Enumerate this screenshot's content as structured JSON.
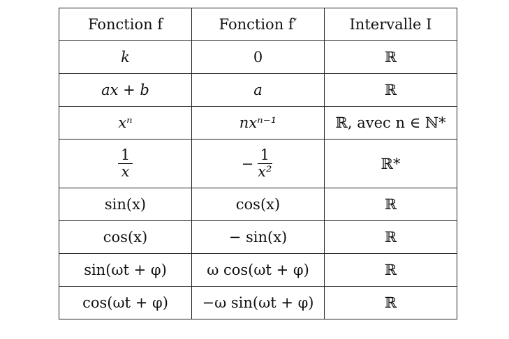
{
  "table": {
    "headers": [
      "Fonction f",
      "Fonction f′",
      "Intervalle I"
    ],
    "rows": [
      {
        "f": "k",
        "fp": "0",
        "interval": "ℝ"
      },
      {
        "f": "ax + b",
        "fp": "a",
        "interval": "ℝ"
      },
      {
        "f": "xⁿ",
        "fp": "nxⁿ⁻¹",
        "interval": "ℝ, avec n ∈ ℕ*"
      },
      {
        "f_num": "1",
        "f_den": "x",
        "fp_sign": "−",
        "fp_num": "1",
        "fp_den": "x²",
        "interval": "ℝ*"
      },
      {
        "f": "sin(x)",
        "fp": "cos(x)",
        "interval": "ℝ"
      },
      {
        "f": "cos(x)",
        "fp": "− sin(x)",
        "interval": "ℝ"
      },
      {
        "f": "sin(ωt + φ)",
        "fp": "ω cos(ωt + φ)",
        "interval": "ℝ"
      },
      {
        "f": "cos(ωt + φ)",
        "fp": "−ω sin(ωt + φ)",
        "interval": "ℝ"
      }
    ]
  }
}
